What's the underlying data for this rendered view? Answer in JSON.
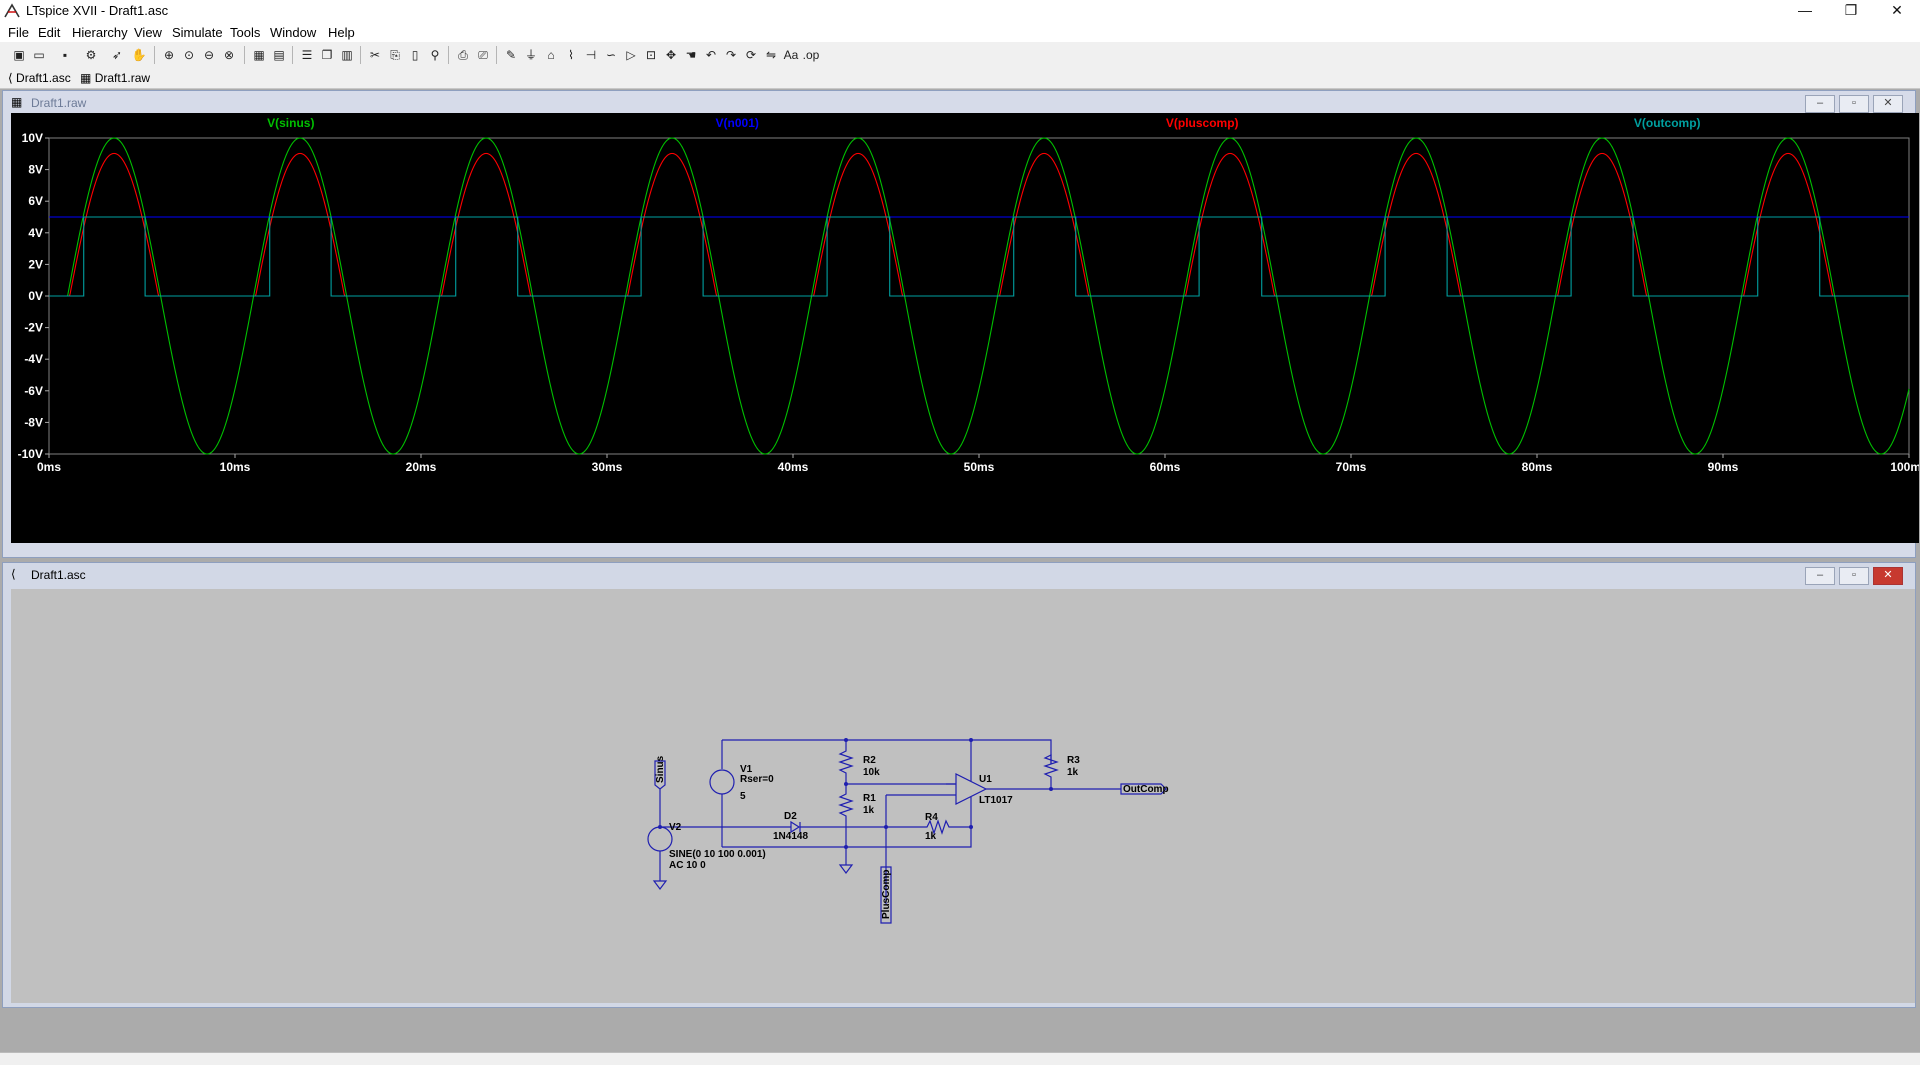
{
  "window": {
    "title": "LTspice XVII - Draft1.asc",
    "controls": [
      "—",
      "❐",
      "✕"
    ]
  },
  "menu": [
    "File",
    "Edit",
    "Hierarchy",
    "View",
    "Simulate",
    "Tools",
    "Window",
    "Help"
  ],
  "toolbar": {
    "icons": [
      "new-schematic-icon",
      "open-icon",
      "save-icon",
      "control-panel-icon",
      "run-icon",
      "halt-icon",
      "zoom-in-icon",
      "zoom-pan-icon",
      "zoom-out-icon",
      "zoom-fit-icon",
      "autorange-icon",
      "grid-icon",
      "tile-horizontal-icon",
      "cascade-icon",
      "tile-vertical-icon",
      "cut-icon",
      "copy-icon",
      "paste-icon",
      "find-icon",
      "print-icon",
      "print-preview-icon",
      "wire-icon",
      "ground-icon",
      "label-icon",
      "resistor-icon",
      "capacitor-icon",
      "inductor-icon",
      "diode-icon",
      "component-icon",
      "move-icon",
      "drag-icon",
      "undo-icon",
      "redo-icon",
      "rotate-icon",
      "mirror-icon",
      "text-icon",
      "spice-directive-icon"
    ]
  },
  "tabs": [
    {
      "label": "Draft1.asc"
    },
    {
      "label": "Draft1.raw"
    }
  ],
  "plot_window": {
    "title": "Draft1.raw",
    "chart_data": {
      "type": "line",
      "xlabel": "",
      "ylabel": "",
      "xlim": [
        0,
        100
      ],
      "ylim": [
        -10,
        10
      ],
      "x_ticks": [
        "0ms",
        "10ms",
        "20ms",
        "30ms",
        "40ms",
        "50ms",
        "60ms",
        "70ms",
        "80ms",
        "90ms",
        "100ms"
      ],
      "y_ticks": [
        "10V",
        "8V",
        "6V",
        "4V",
        "2V",
        "0V",
        "-2V",
        "-4V",
        "-6V",
        "-8V",
        "-10V"
      ],
      "grid": false,
      "series": [
        {
          "name": "V(sinus)",
          "color": "#00c000",
          "description": "sine, amplitude 10V, 100Hz, starts 1ms"
        },
        {
          "name": "V(n001)",
          "color": "#0000ff",
          "description": "constant 5V"
        },
        {
          "name": "V(pluscomp)",
          "color": "#ff0000",
          "description": "half-wave rectified sine, peak ~9.3V"
        },
        {
          "name": "V(outcomp)",
          "color": "#00a0a0",
          "description": "square wave 0V / 5V"
        }
      ]
    }
  },
  "schematic_window": {
    "title": "Draft1.asc",
    "labels": {
      "sinus_flag": "Sinus",
      "pluscomp_flag": "PlusComp",
      "outcomp_flag": "OutComp",
      "v1_name": "V1",
      "v1_rser": "Rser=0",
      "v1_value": "5",
      "v2_name": "V2",
      "v2_value1": "SINE(0 10 100 0.001)",
      "v2_value2": "AC 10 0",
      "d2_name": "D2",
      "d2_value": "1N4148",
      "r1_name": "R1",
      "r1_value": "1k",
      "r2_name": "R2",
      "r2_value": "10k",
      "r3_name": "R3",
      "r3_value": "1k",
      "r4_name": "R4",
      "r4_value": "1k",
      "u1_name": "U1",
      "u1_value": "LT1017"
    }
  }
}
